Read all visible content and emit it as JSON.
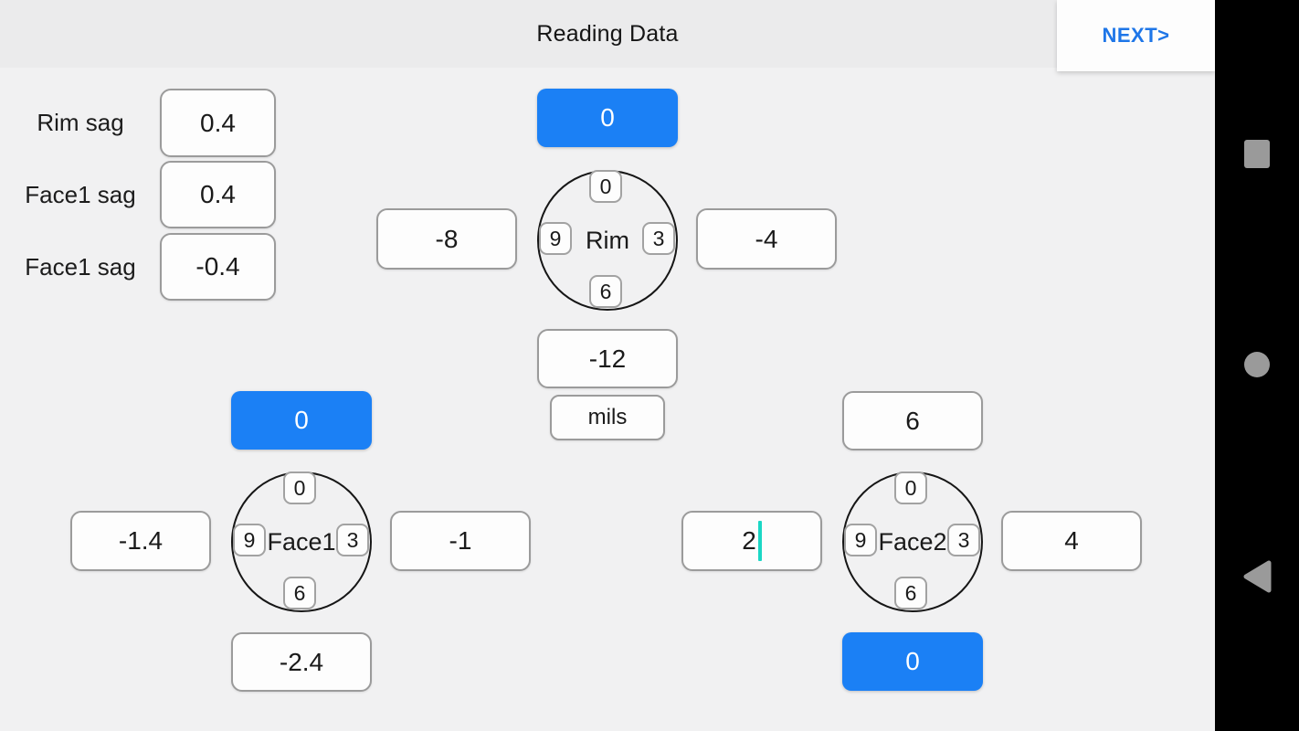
{
  "colors": {
    "accent_blue": "#1b80f5",
    "next_link_blue": "#1e76e8",
    "caret_teal": "#1bd7c5",
    "nav_icon_gray": "#9a9a9a"
  },
  "header": {
    "title": "Reading Data",
    "next_button": "NEXT>"
  },
  "sag_inputs": [
    {
      "label": "Rim sag",
      "value": "0.4"
    },
    {
      "label": "Face1 sag",
      "value": "0.4"
    },
    {
      "label": "Face1 sag",
      "value": "-0.4"
    }
  ],
  "units_button": "mils",
  "dials": {
    "rim": {
      "name": "Rim",
      "pos_top": "0",
      "pos_left": "9",
      "pos_right": "3",
      "pos_bottom": "6",
      "top_button": "0",
      "left_value": "-8",
      "right_value": "-4",
      "bottom_value": "-12"
    },
    "face1": {
      "name": "Face1",
      "pos_top": "0",
      "pos_left": "9",
      "pos_right": "3",
      "pos_bottom": "6",
      "top_button": "0",
      "left_value": "-1.4",
      "right_value": "-1",
      "bottom_value": "-2.4"
    },
    "face2": {
      "name": "Face2",
      "pos_top": "0",
      "pos_left": "9",
      "pos_right": "3",
      "pos_bottom": "6",
      "top_value": "6",
      "left_value": "2",
      "right_value": "4",
      "bottom_button": "0"
    }
  },
  "nav_bar": {
    "icons": [
      "recents-square-icon",
      "home-circle-icon",
      "back-triangle-icon"
    ]
  }
}
